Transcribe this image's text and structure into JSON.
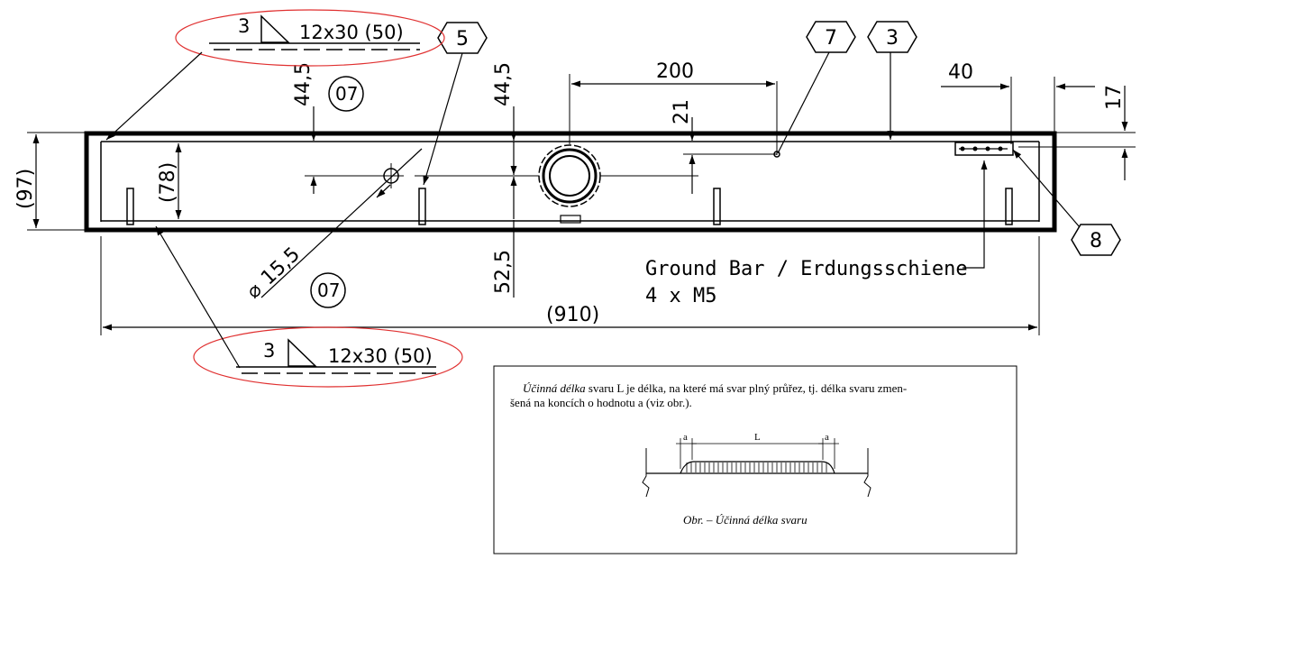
{
  "dimensions": {
    "d_200": "200",
    "d_40": "40",
    "d_17": "17",
    "d_21": "21",
    "d_44_5_left": "44,5",
    "d_44_5_mid": "44,5",
    "d_52_5": "52,5",
    "d_97": "(97)",
    "d_78": "(78)",
    "d_910": "(910)",
    "d_diameter": "15,5",
    "d_diameter_symbol": "⌀"
  },
  "tags": {
    "part_5": "5",
    "part_7": "7",
    "part_3": "3",
    "part_8": "8",
    "ref_07_top": "07",
    "ref_07_bottom": "07"
  },
  "welds": {
    "top": {
      "leg": "3",
      "spec": "12x30 (50)"
    },
    "bottom": {
      "leg": "3",
      "spec": "12x30 (50)"
    }
  },
  "notes": {
    "ground_bar_line1": "Ground Bar / Erdungsschiene",
    "ground_bar_line2": "4 x M5"
  },
  "detail": {
    "line1_italic": "Účinná délka",
    "line1_rest": " svaru L je délka, na které má svar plný průřez, tj. délka svaru zmen-",
    "line2": "šená na koncích o hodnotu a (viz obr.).",
    "label_a_left": "a",
    "label_L": "L",
    "label_a_right": "a",
    "caption": "Obr. – Účinná délka svaru"
  },
  "colors": {
    "line": "#000000",
    "highlight": "#e03030",
    "background": "#ffffff"
  }
}
